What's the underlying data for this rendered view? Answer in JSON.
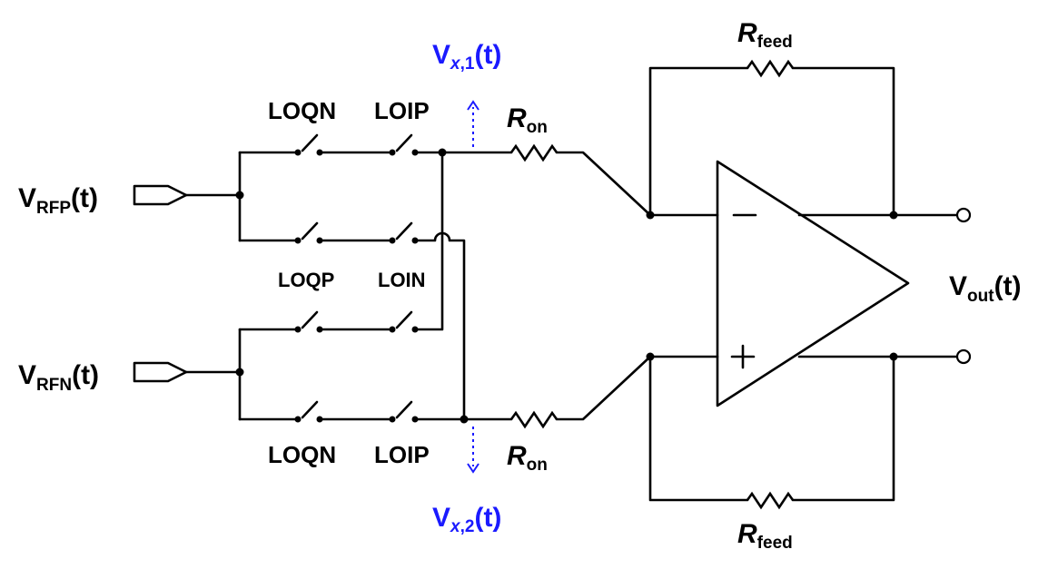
{
  "inputs": {
    "rfp": {
      "main": "V",
      "sub": "RFP",
      "tail": "(t)"
    },
    "rfn": {
      "main": "V",
      "sub": "RFN",
      "tail": "(t)"
    }
  },
  "switch_labels": {
    "top_row_1": "LOQN",
    "top_row_2": "LOIP",
    "mid_row_1": "LOQP",
    "mid_row_2": "LOIN",
    "bottom_row_1": "LOQN",
    "bottom_row_2": "LOIP"
  },
  "resistors": {
    "ron_top": {
      "main": "R",
      "sub": "on"
    },
    "ron_bottom": {
      "main": "R",
      "sub": "on"
    },
    "rfeed_top": {
      "main": "R",
      "sub": "feed"
    },
    "rfeed_bottom": {
      "main": "R",
      "sub": "feed"
    }
  },
  "probes": {
    "vx1": {
      "main": "V",
      "sub_italic": "x",
      "sub_rest": ",1",
      "tail": "(t)"
    },
    "vx2": {
      "main": "V",
      "sub_italic": "x",
      "sub_rest": ",2",
      "tail": "(t)"
    }
  },
  "opamp": {
    "minus_symbol": "−",
    "plus_symbol": "+"
  },
  "output": {
    "main": "V",
    "sub": "out",
    "tail": "(t)"
  },
  "colors": {
    "wire": "#000000",
    "probe": "#1a1aff"
  }
}
